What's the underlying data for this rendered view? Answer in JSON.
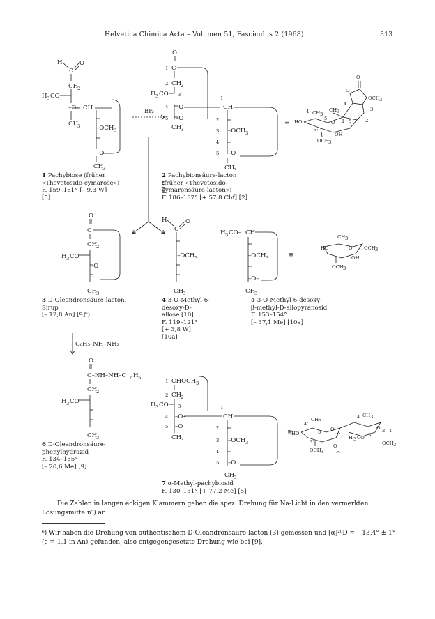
{
  "header": {
    "journal": "Helvetica Chimica Acta – Volumen 51, Fasciculus 2 (1968)",
    "page": "313"
  },
  "compounds": [
    {
      "num": "1",
      "lines": [
        "Pachybiose (früher",
        "«Thevetosido-cymarose»)",
        "F. 159–161° [– 9,3 W]",
        "[5]"
      ]
    },
    {
      "num": "2",
      "lines": [
        "Pachybionsäure-lacton",
        "(früher «Thevetosido-",
        "cymaronsäure-lacton»)",
        "F. 186–187° [+ 57,8 Chf] [2]"
      ]
    },
    {
      "num": "3",
      "lines": [
        "D-Oleandronsäure-lacton,",
        "Sirup",
        "[– 12,8 An] [9]⁶)"
      ]
    },
    {
      "num": "4",
      "lines": [
        "3-O-Methyl-6-",
        "desoxy-D-",
        "allose [10]",
        "F. 119–121°",
        "[+ 3,8 W]",
        "[10a]"
      ]
    },
    {
      "num": "5",
      "lines": [
        "3-O-Methyl-6-desoxy-",
        "β-methyl-D-allopyranosid",
        "F. 153–154°",
        "[– 37,1 Me] [10a]"
      ]
    },
    {
      "num": "6",
      "lines": [
        "D-Oleandronsäure-",
        "phenylhydrazid",
        "F. 134–135°",
        "[– 20,6 Me] [9]"
      ]
    },
    {
      "num": "7",
      "lines": [
        "α-Methyl-pachybiosid",
        "F. 130–131° [+ 77,2 Me] [5]"
      ]
    }
  ],
  "reagents": {
    "bromine": "Br₂",
    "acid": "H₃O⊕",
    "phenylhydrazine": "C₆H₅–NH–NH₂"
  },
  "footer": {
    "paragraph": "Die Zahlen in langen eckigen Klammern geben die spez. Drehung für Na-Licht in den vermerkten Lösungsmitteln⁵) an.",
    "footnote": "⁶) Wir haben die Drehung von authentischem D-Oleandronsäure-lacton (3) gemessen und [α]²⁰D = – 13,4° ± 1° (c = 1,1 in An) gefunden, also entgegengesetzte Drehung wie bei [9]."
  }
}
